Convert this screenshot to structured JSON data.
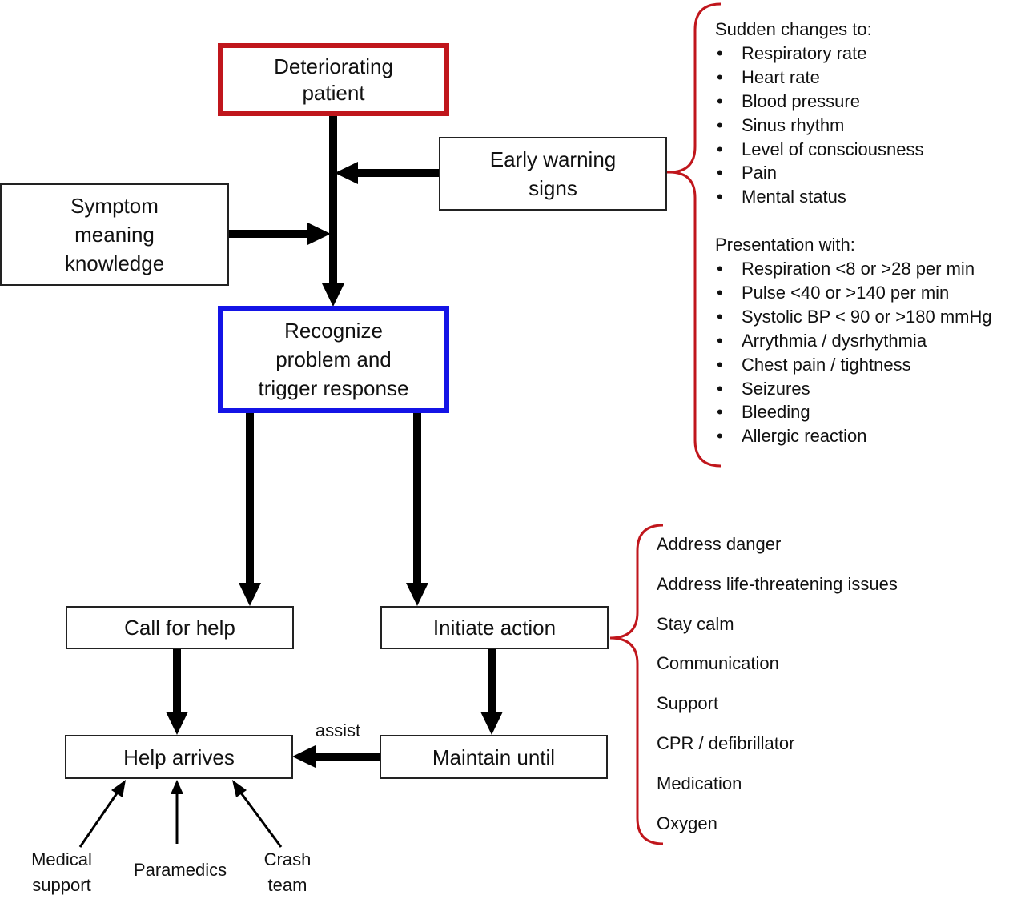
{
  "nodes": {
    "deteriorating": "Deteriorating\npatient",
    "early_warning": "Early warning\nsigns",
    "symptom": "Symptom\nmeaning\nknowledge",
    "recognize": "Recognize\nproblem and\ntrigger response",
    "call_help": "Call for help",
    "initiate": "Initiate action",
    "help_arrives": "Help arrives",
    "maintain": "Maintain until"
  },
  "edge_labels": {
    "assist": "assist"
  },
  "sources": {
    "medical": "Medical\nsupport",
    "paramedics": "Paramedics",
    "crash": "Crash\nteam"
  },
  "warning_signs": {
    "sudden_heading": "Sudden changes to:",
    "sudden_items": [
      "Respiratory rate",
      "Heart rate",
      "Blood pressure",
      "Sinus rhythm",
      "Level of consciousness",
      "Pain",
      "Mental status"
    ],
    "presentation_heading": "Presentation with:",
    "presentation_items": [
      "Respiration <8 or >28 per min",
      "Pulse <40 or >140 per min",
      "Systolic BP < 90 or >180 mmHg",
      "Arrythmia / dysrhythmia",
      "Chest pain / tightness",
      "Seizures",
      "Bleeding",
      "Allergic reaction"
    ]
  },
  "actions": [
    "Address danger",
    "Address life-threatening issues",
    "Stay calm",
    "Communication",
    "Support",
    "CPR / defibrillator",
    "Medication",
    "Oxygen"
  ],
  "colors": {
    "red_border": "#c0161c",
    "blue_border": "#1414e6",
    "arrow": "#000000"
  }
}
